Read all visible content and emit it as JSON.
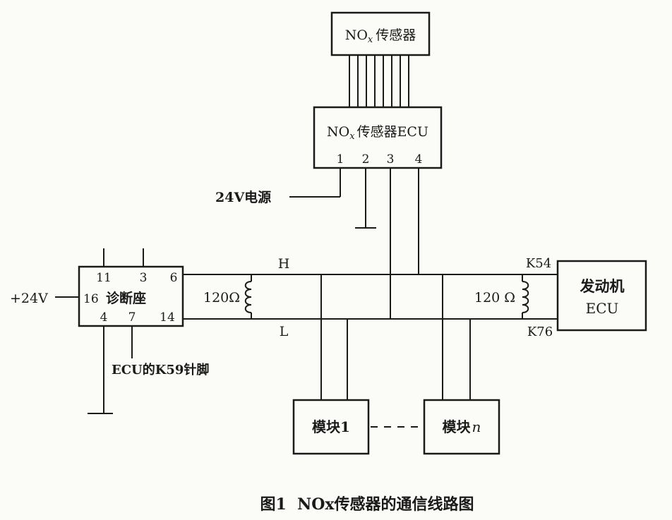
{
  "sensor": {
    "label_main": "NO",
    "label_sub": "x",
    "label_rest": "传感器"
  },
  "sensor_ecu": {
    "label_main": "NO",
    "label_sub": "x",
    "label_rest": "传感器ECU",
    "pins": [
      "1",
      "2",
      "3",
      "4"
    ]
  },
  "power_label": "24V电源",
  "diag": {
    "title": "诊断座",
    "pin_11": "11",
    "pin_3": "3",
    "pin_6": "6",
    "pin_16": "16",
    "pin_4": "4",
    "pin_7": "7",
    "pin_14": "14"
  },
  "plus24v": "+24V",
  "k59_label": "ECU的K59针脚",
  "can_h": "H",
  "can_l": "L",
  "resistor_left": "120Ω",
  "resistor_right": "120 Ω",
  "engine_ecu": {
    "line1": "发动机",
    "line2": "ECU",
    "pin_top": "K54",
    "pin_bottom": "K76"
  },
  "module1": "模块1",
  "modulen": {
    "prefix": "模块",
    "suffix": "n"
  },
  "caption": "图1  NOx传感器的通信线路图"
}
